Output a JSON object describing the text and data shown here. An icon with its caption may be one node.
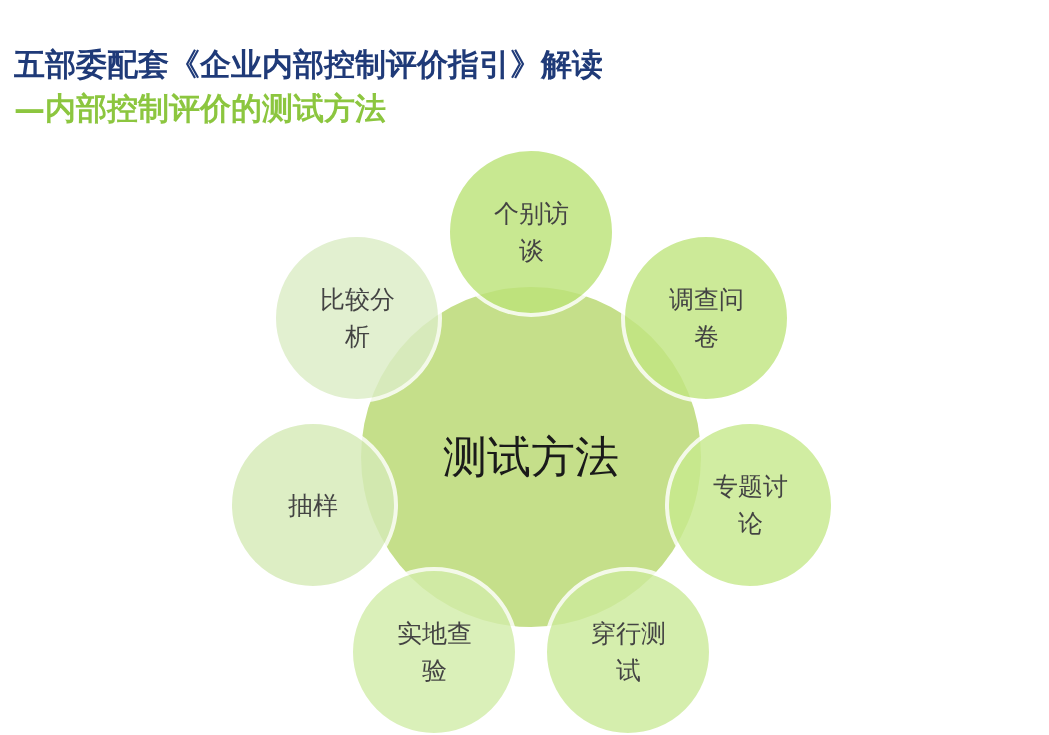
{
  "diagram": {
    "title": "五部委配套《企业内部控制评价指引》解读",
    "nodes": [
      {
        "text": [
          "测试方法"
        ]
      },
      {
        "text": [
          "个别访谈"
        ]
      },
      {
        "text": [
          "比较分析"
        ]
      },
      {
        "text": [
          "调查问卷"
        ]
      },
      {
        "text": [
          "抽样"
        ]
      },
      {
        "text": [
          "专题讨论"
        ]
      },
      {
        "text": [
          "实地查验"
        ]
      },
      {
        "text": [
          "穿行测试"
        ]
      }
    ],
    "labels": [
      "—内部控制评价的测试方法"
    ]
  }
}
